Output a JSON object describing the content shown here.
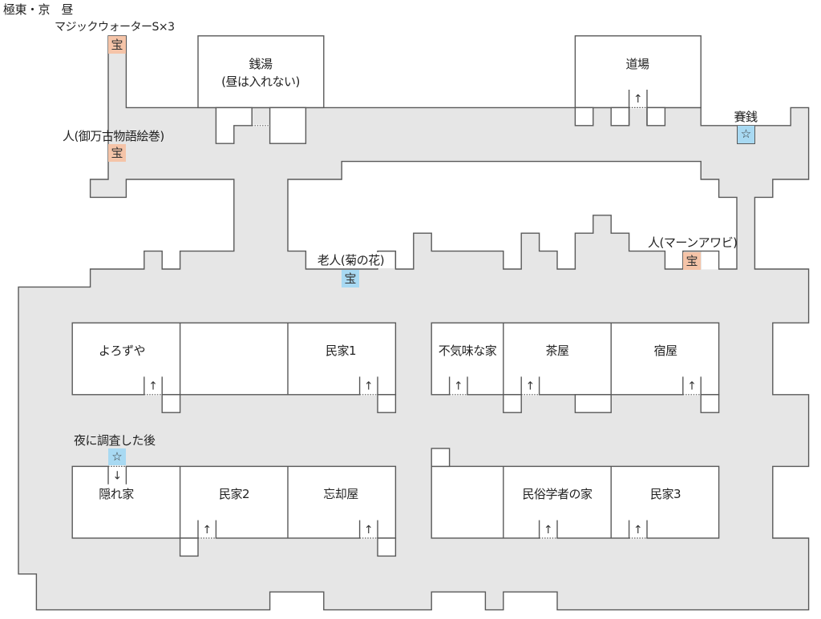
{
  "title": "極東・京　昼",
  "colors": {
    "floor": "#e6e6e6",
    "wall": "#595959",
    "building": "#ffffff",
    "treasure_salmon": "#f5c4a8",
    "marker_blue": "#a8d9f2"
  },
  "buildings": {
    "sento": {
      "name": "銭湯",
      "note": "(昼は入れない)"
    },
    "dojo": {
      "name": "道場"
    }
  },
  "rooms": {
    "yorozuya": "よろずや",
    "minka1": "民家1",
    "bukimi": "不気味な家",
    "chaya": "茶屋",
    "yadoya": "宿屋",
    "kakurega": "隠れ家",
    "minka2": "民家2",
    "boukyakuya": "忘却屋",
    "minzoku": "民俗学者の家",
    "minka3": "民家3"
  },
  "annotations": {
    "magic_water": "マジックウォーターS×3",
    "scroll_person": "人(御万古物語絵巻)",
    "saisen": "賽銭",
    "old_man": "老人(菊の花)",
    "abalone_person": "人(マーンアワビ)",
    "after_night": "夜に調査した後"
  },
  "markers": {
    "magic_water": {
      "icon": "treasure-icon",
      "glyph": "宝",
      "color": "#f5c4a8"
    },
    "scroll": {
      "icon": "treasure-icon",
      "glyph": "宝",
      "color": "#f5c4a8"
    },
    "saisen": {
      "icon": "star-icon",
      "glyph": "☆",
      "color": "#a8d9f2"
    },
    "old_man": {
      "icon": "treasure-icon",
      "glyph": "宝",
      "color": "#a8d9f2"
    },
    "abalone": {
      "icon": "treasure-icon",
      "glyph": "宝",
      "color": "#f5c4a8"
    },
    "hideout": {
      "icon": "star-icon",
      "glyph": "☆",
      "color": "#a8d9f2"
    }
  },
  "arrows": {
    "up": "↑",
    "down": "↓"
  }
}
